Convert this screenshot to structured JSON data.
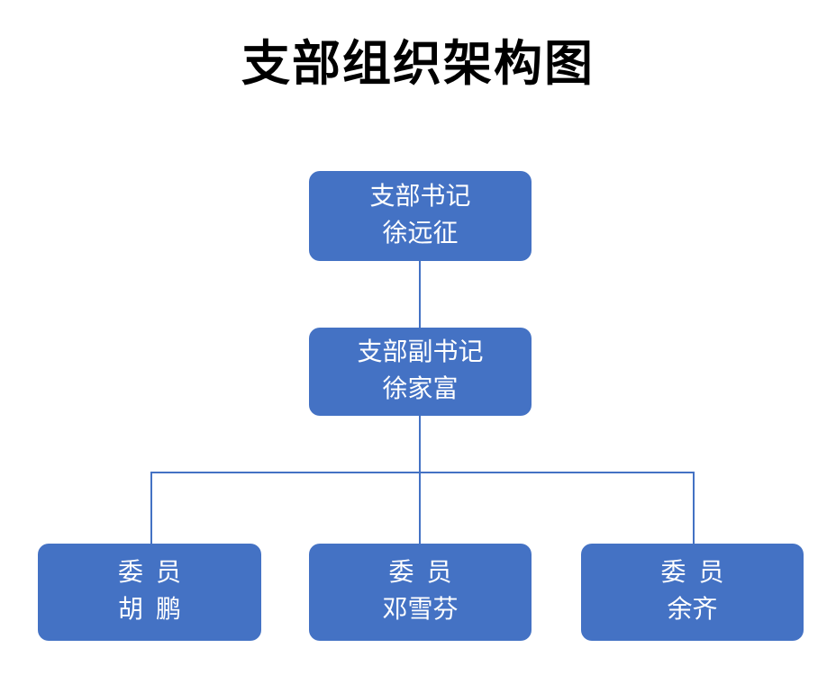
{
  "title": "支部组织架构图",
  "colors": {
    "box_fill": "#4472C4",
    "box_text": "#FFFFFF",
    "connector": "#4472C4",
    "background": "#FFFFFF",
    "title_text": "#000000"
  },
  "chart_data": {
    "type": "org-chart",
    "title": "支部组织架构图",
    "levels": 3,
    "edges": [
      [
        "secretary",
        "deputy"
      ],
      [
        "deputy",
        "member1"
      ],
      [
        "deputy",
        "member2"
      ],
      [
        "deputy",
        "member3"
      ]
    ]
  },
  "nodes": {
    "secretary": {
      "role": "支部书记",
      "name": "徐远征"
    },
    "deputy": {
      "role": "支部副书记",
      "name": "徐家富"
    },
    "member1": {
      "role": "委  员",
      "name": "胡  鹏"
    },
    "member2": {
      "role": "委  员",
      "name": "邓雪芬"
    },
    "member3": {
      "role": "委  员",
      "name": "余齐"
    }
  }
}
